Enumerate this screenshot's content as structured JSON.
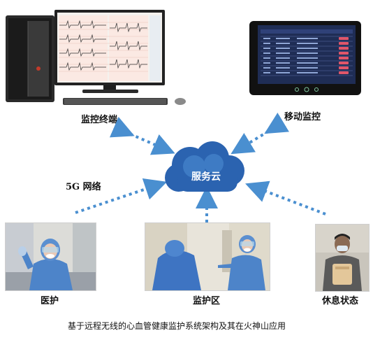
{
  "cloud": {
    "label": "服务云"
  },
  "nodes": {
    "monitor_terminal": "监控终端",
    "mobile_monitor": "移动监控",
    "network": "5G 网络",
    "doctor": "医护",
    "monitor_area": "监护区",
    "rest_state": "休息状态"
  },
  "caption": "基于远程无线的心血管健康监护系统架构及其在火神山应用",
  "colors": {
    "arrow": "#4a8fd0",
    "cloud": "#2b63b0",
    "cloud_light": "#4f8fd6"
  }
}
